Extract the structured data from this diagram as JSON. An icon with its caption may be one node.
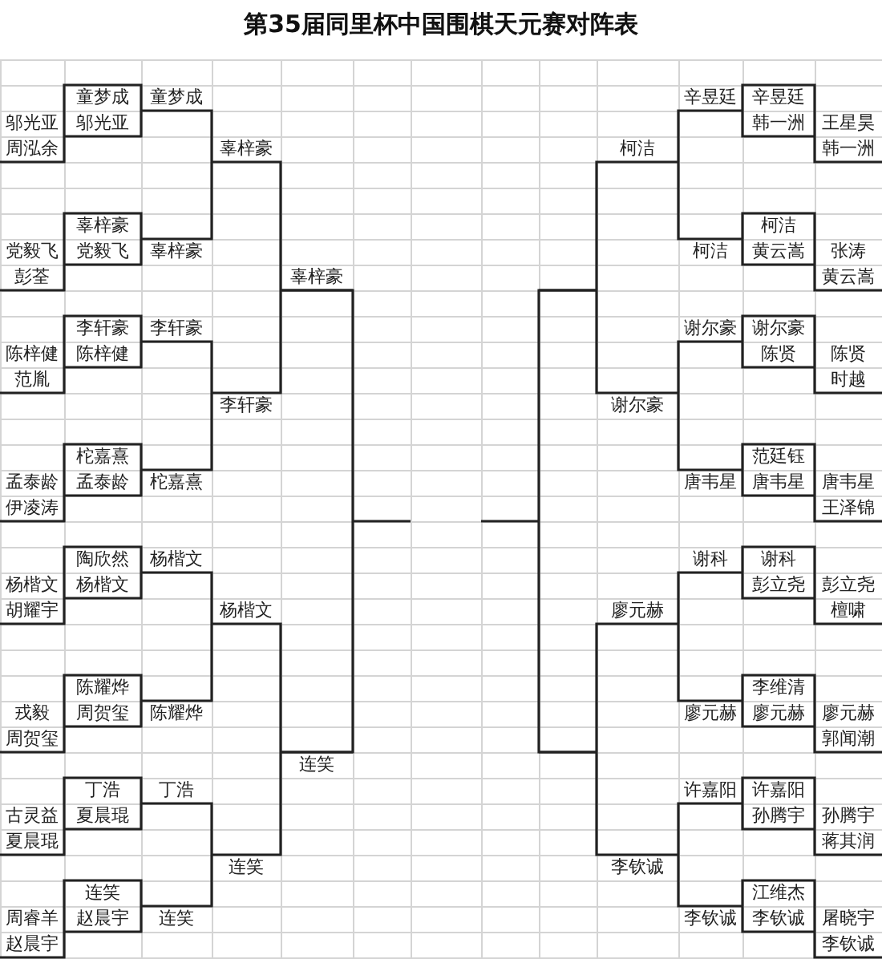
{
  "diagram": {
    "title": "第35届同里杯中国围棋天元赛对阵表",
    "labels": [
      "童梦成",
      "童梦成",
      "辛昱廷",
      "辛昱廷",
      "邬光亚",
      "邬光亚",
      "韩一洲",
      "王星昊",
      "周泓余",
      "辜梓豪",
      "柯洁",
      "韩一洲",
      "辜梓豪",
      "柯洁",
      "党毅飞",
      "党毅飞",
      "辜梓豪",
      "柯洁",
      "黄云嵩",
      "张涛",
      "彭荃",
      "辜梓豪",
      "黄云嵩",
      "李轩豪",
      "李轩豪",
      "谢尔豪",
      "谢尔豪",
      "陈梓健",
      "陈梓健",
      "陈贤",
      "陈贤",
      "范胤",
      "时越",
      "李轩豪",
      "谢尔豪",
      "柁嘉熹",
      "范廷钰",
      "孟泰龄",
      "孟泰龄",
      "柁嘉熹",
      "唐韦星",
      "唐韦星",
      "唐韦星",
      "伊凌涛",
      "王泽锦",
      "陶欣然",
      "杨楷文",
      "谢科",
      "谢科",
      "杨楷文",
      "杨楷文",
      "彭立尧",
      "彭立尧",
      "胡耀宇",
      "杨楷文",
      "廖元赫",
      "檀啸",
      "陈耀烨",
      "李维清",
      "戎毅",
      "周贺玺",
      "陈耀烨",
      "廖元赫",
      "廖元赫",
      "廖元赫",
      "周贺玺",
      "郭闻潮",
      "连笑",
      "丁浩",
      "丁浩",
      "许嘉阳",
      "许嘉阳",
      "古灵益",
      "夏晨琨",
      "孙腾宇",
      "孙腾宇",
      "夏晨琨",
      "蒋其润",
      "连笑",
      "李钦诚",
      "连笑",
      "江维杰",
      "周睿羊",
      "赵晨宇",
      "连笑",
      "李钦诚",
      "李钦诚",
      "屠晓宇",
      "赵晨宇",
      "李钦诚"
    ]
  }
}
